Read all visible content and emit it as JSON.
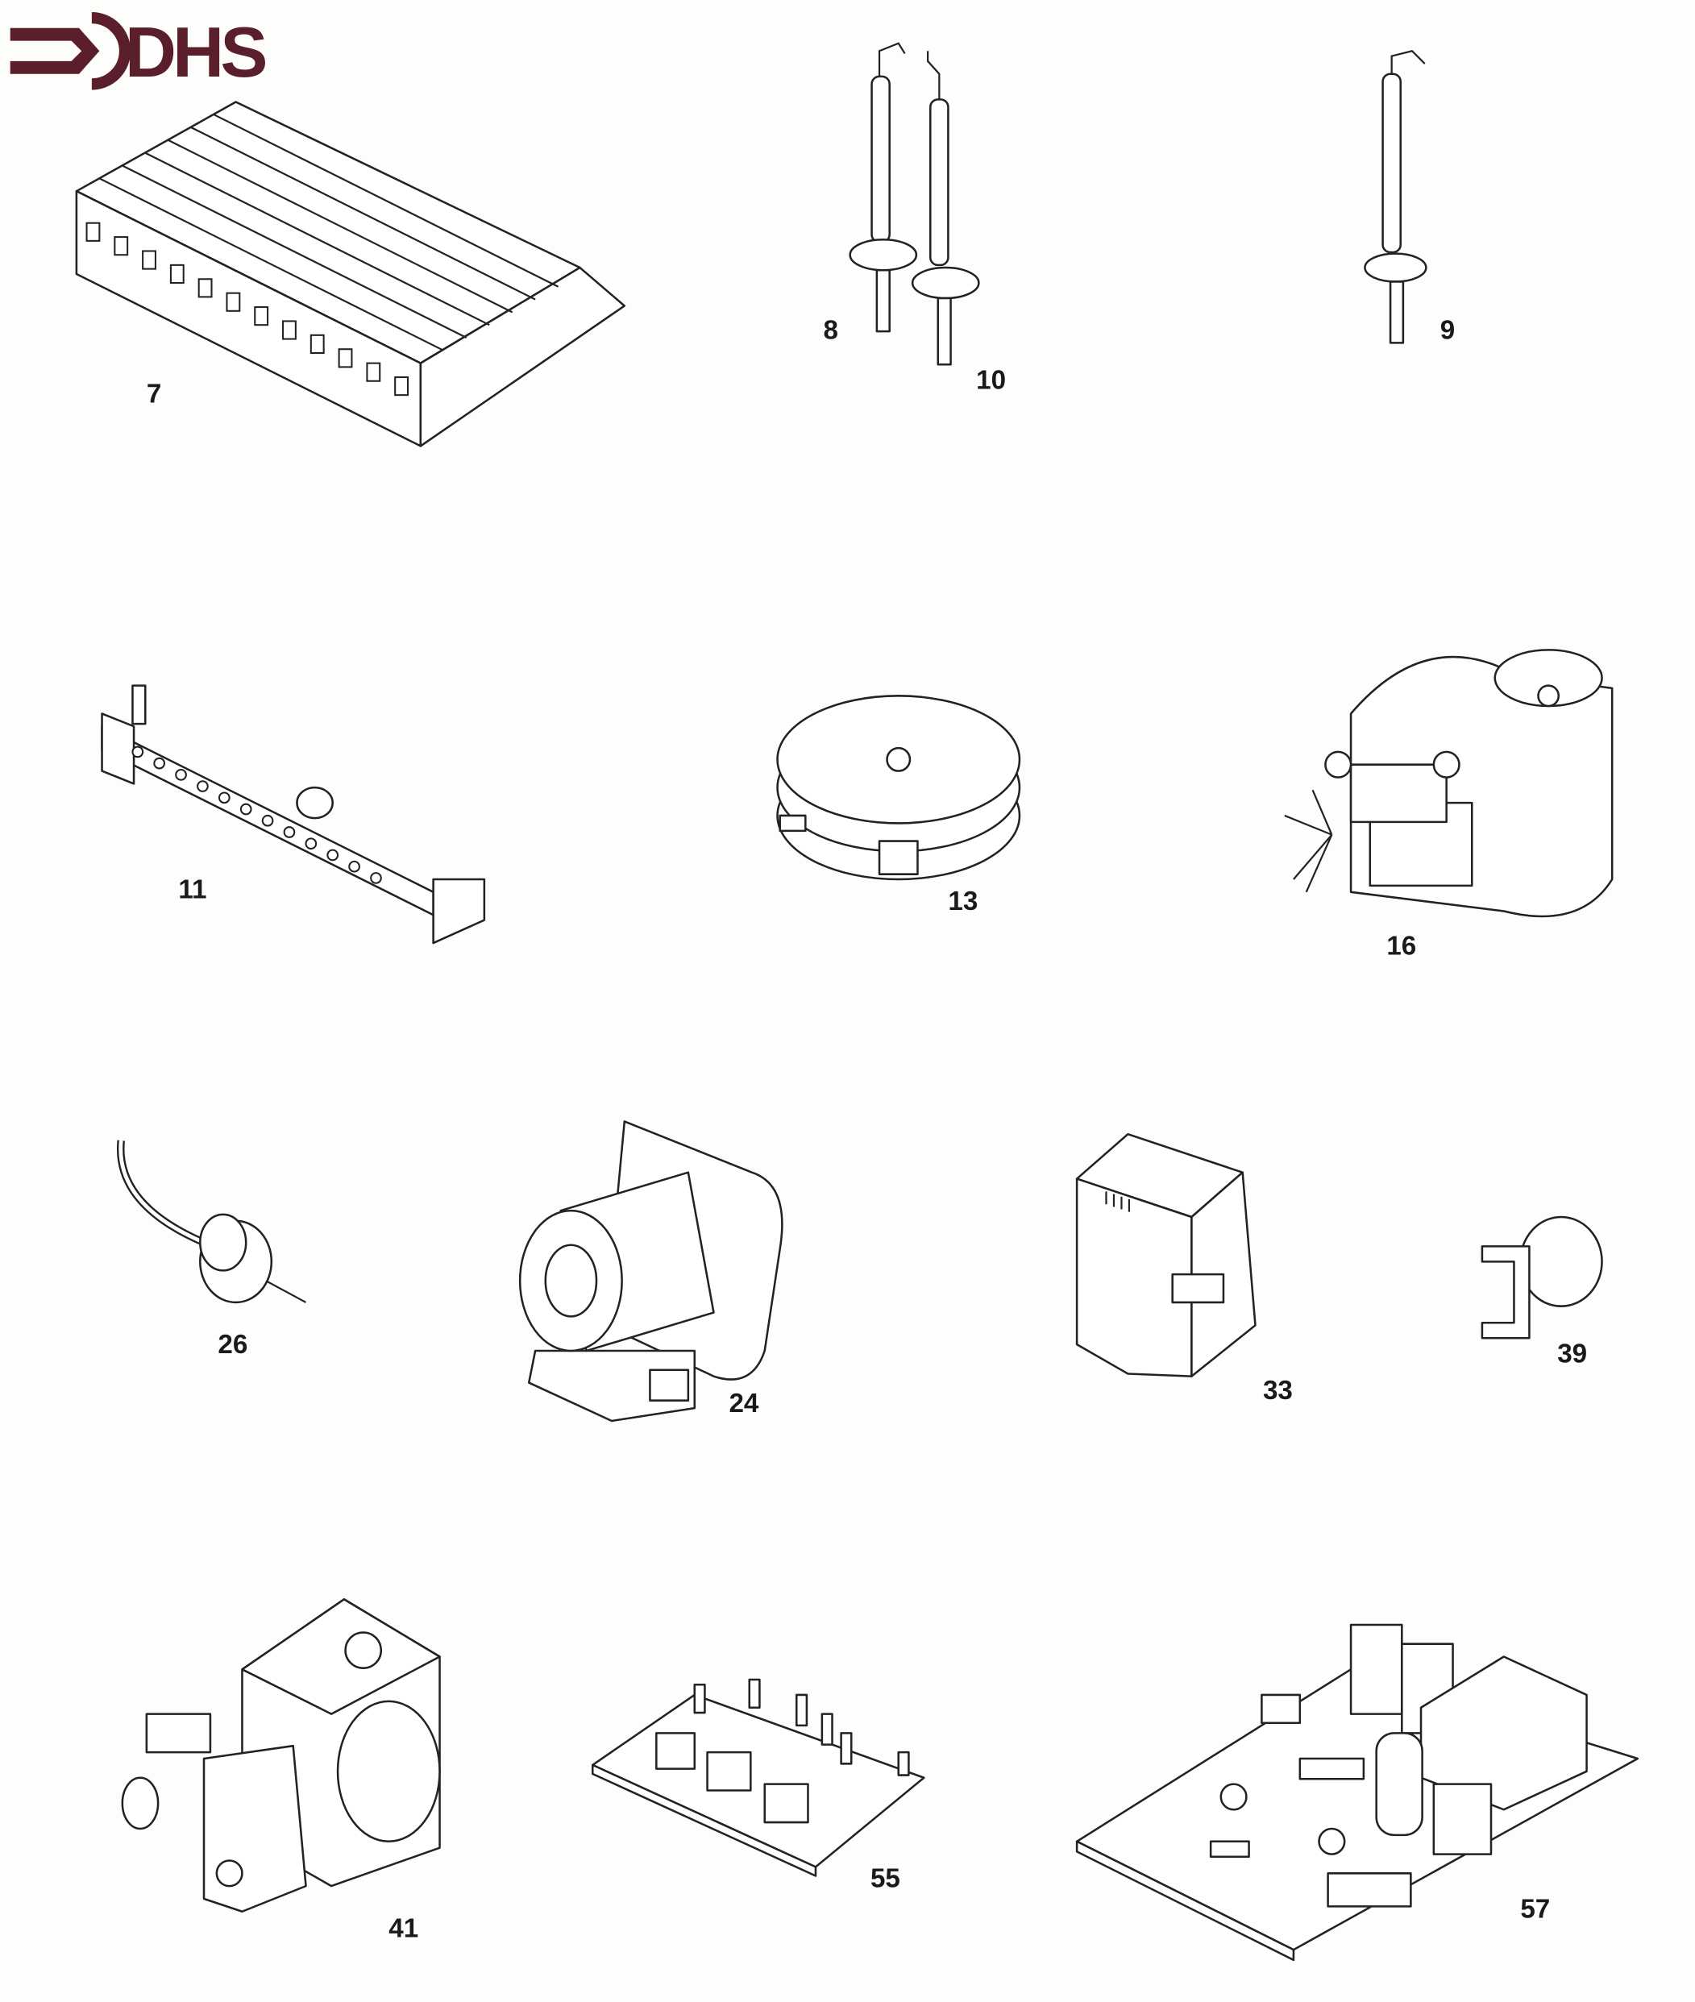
{
  "logo": {
    "text": "DHS",
    "color": "#5a1f2a"
  },
  "parts": [
    {
      "id": "burner",
      "label": "7"
    },
    {
      "id": "electrode-a",
      "label": "8"
    },
    {
      "id": "electrode-b",
      "label": "10"
    },
    {
      "id": "electrode-c",
      "label": "9"
    },
    {
      "id": "injector-manifold",
      "label": "11"
    },
    {
      "id": "air-pressure-switch",
      "label": "13"
    },
    {
      "id": "fan",
      "label": "16"
    },
    {
      "id": "sensor",
      "label": "26"
    },
    {
      "id": "pump",
      "label": "24"
    },
    {
      "id": "diverter-valve-actuator",
      "label": "33"
    },
    {
      "id": "thermostat-clip",
      "label": "39"
    },
    {
      "id": "gas-valve",
      "label": "41"
    },
    {
      "id": "control-pcb",
      "label": "55"
    },
    {
      "id": "main-pcb",
      "label": "57"
    }
  ]
}
